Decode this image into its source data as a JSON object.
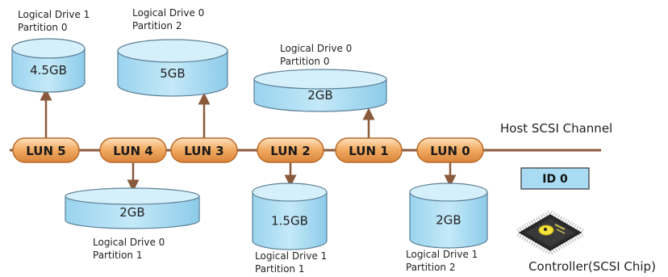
{
  "channel_label": "Host SCSI Channel",
  "controller": {
    "id_label": "ID 0",
    "label": "Controller(SCSI Chip)",
    "icon": "scsi-chip-icon"
  },
  "luns": [
    {
      "key": "lun5",
      "label": "LUN 5",
      "disk": {
        "size": "4.5GB",
        "caption_line1": "Logical Drive 1",
        "caption_line2": "Partition 0"
      }
    },
    {
      "key": "lun4",
      "label": "LUN 4",
      "disk": {
        "size": "2GB",
        "caption_line1": "Logical Drive 0",
        "caption_line2": "Partition 1"
      }
    },
    {
      "key": "lun3",
      "label": "LUN 3",
      "disk": {
        "size": "5GB",
        "caption_line1": "Logical Drive 0",
        "caption_line2": "Partition 2"
      }
    },
    {
      "key": "lun2",
      "label": "LUN 2",
      "disk": {
        "size": "1.5GB",
        "caption_line1": "Logical Drive 1",
        "caption_line2": "Partition 1"
      }
    },
    {
      "key": "lun1",
      "label": "LUN 1",
      "disk": {
        "size": "2GB",
        "caption_line1": "Logical Drive 0",
        "caption_line2": "Partition 0"
      }
    },
    {
      "key": "lun0",
      "label": "LUN 0",
      "disk": {
        "size": "2GB",
        "caption_line1": "Logical Drive 1",
        "caption_line2": "Partition 2"
      }
    }
  ],
  "colors": {
    "bus": "#8a5a3c",
    "pill_fill": "#f2a85c",
    "pill_stroke": "#b86a28",
    "disk_fill": "#a9dcf3",
    "disk_top": "#d6f0fb",
    "disk_stroke": "#5b7f95",
    "id_box": "#a9dcf3",
    "arrow": "#8a5a3c"
  }
}
